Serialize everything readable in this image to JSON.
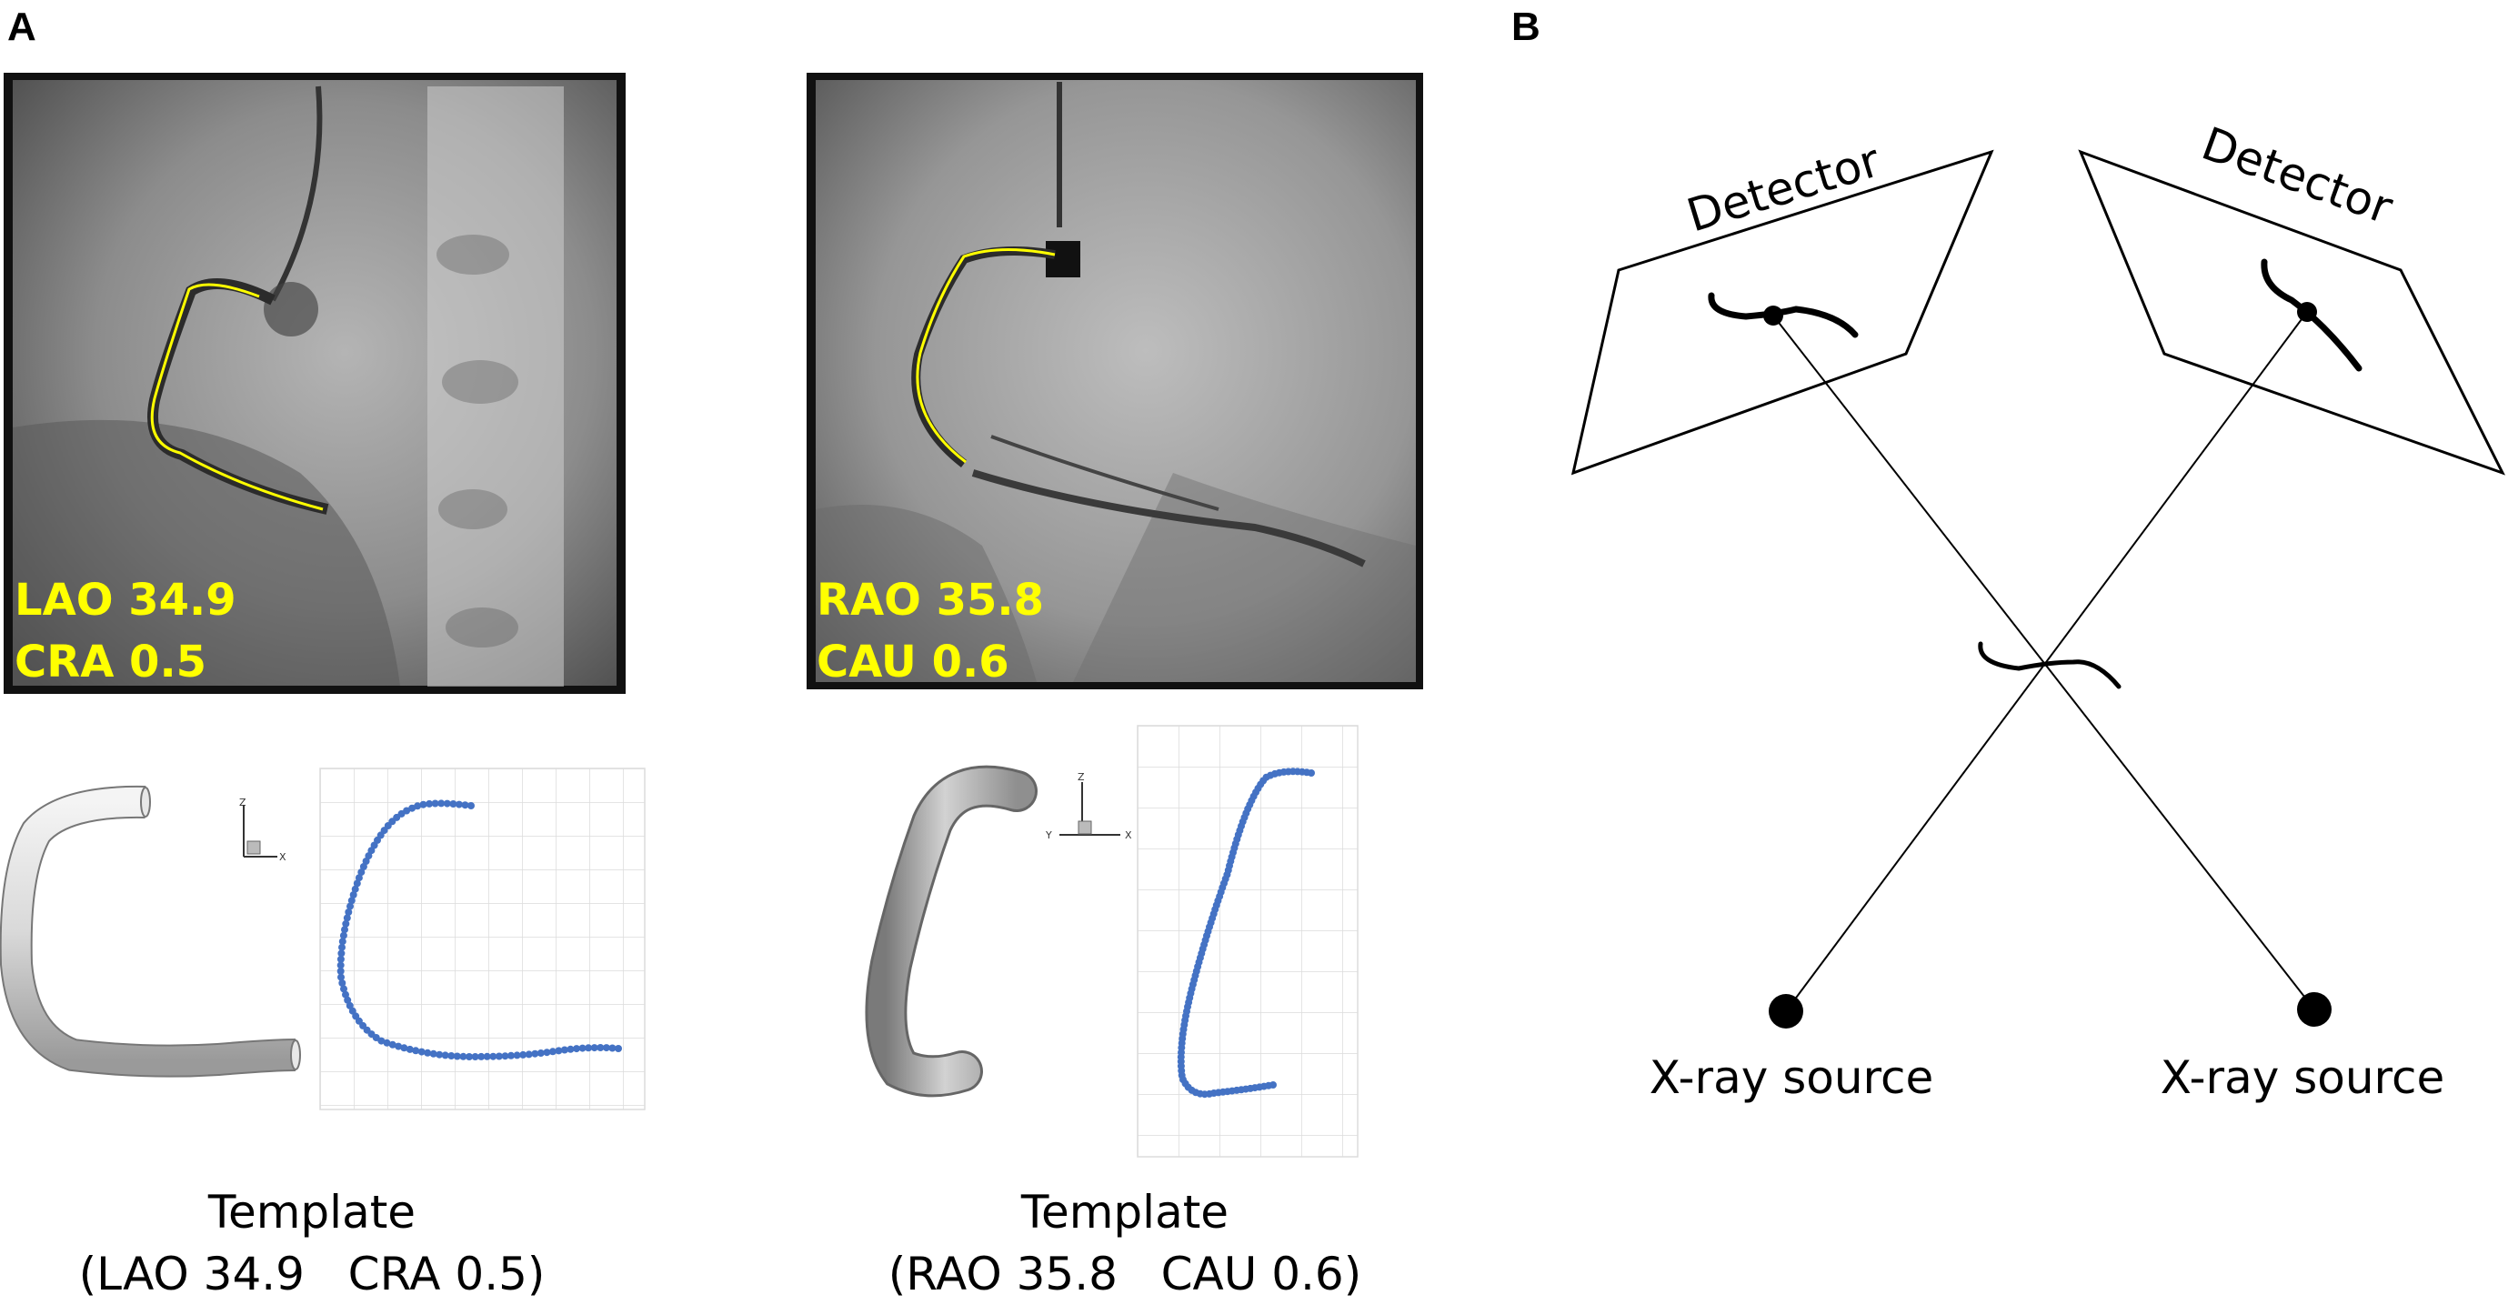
{
  "panels": {
    "a_label": "A",
    "b_label": "B"
  },
  "views": [
    {
      "line1": "LAO 34.9",
      "line2": "CRA 0.5",
      "caption_title": "Template",
      "caption_sub": "(LAO 34.9   CRA 0.5)",
      "axis_labels": {
        "z": "Z",
        "x": "X"
      }
    },
    {
      "line1": "RAO 35.8",
      "line2": "CAU 0.6",
      "caption_title": "Template",
      "caption_sub": "(RAO 35.8   CAU 0.6)",
      "axis_labels": {
        "z": "Z",
        "y": "Y",
        "x": "X"
      }
    }
  ],
  "geometry": {
    "detector_left_label": "Detector",
    "detector_right_label": "Detector",
    "source_left_label": "X-ray source",
    "source_right_label": "X-ray source"
  },
  "colors": {
    "centerline": "#ffff00",
    "dots": "#4472c4",
    "grid": "#d9d9d9"
  }
}
